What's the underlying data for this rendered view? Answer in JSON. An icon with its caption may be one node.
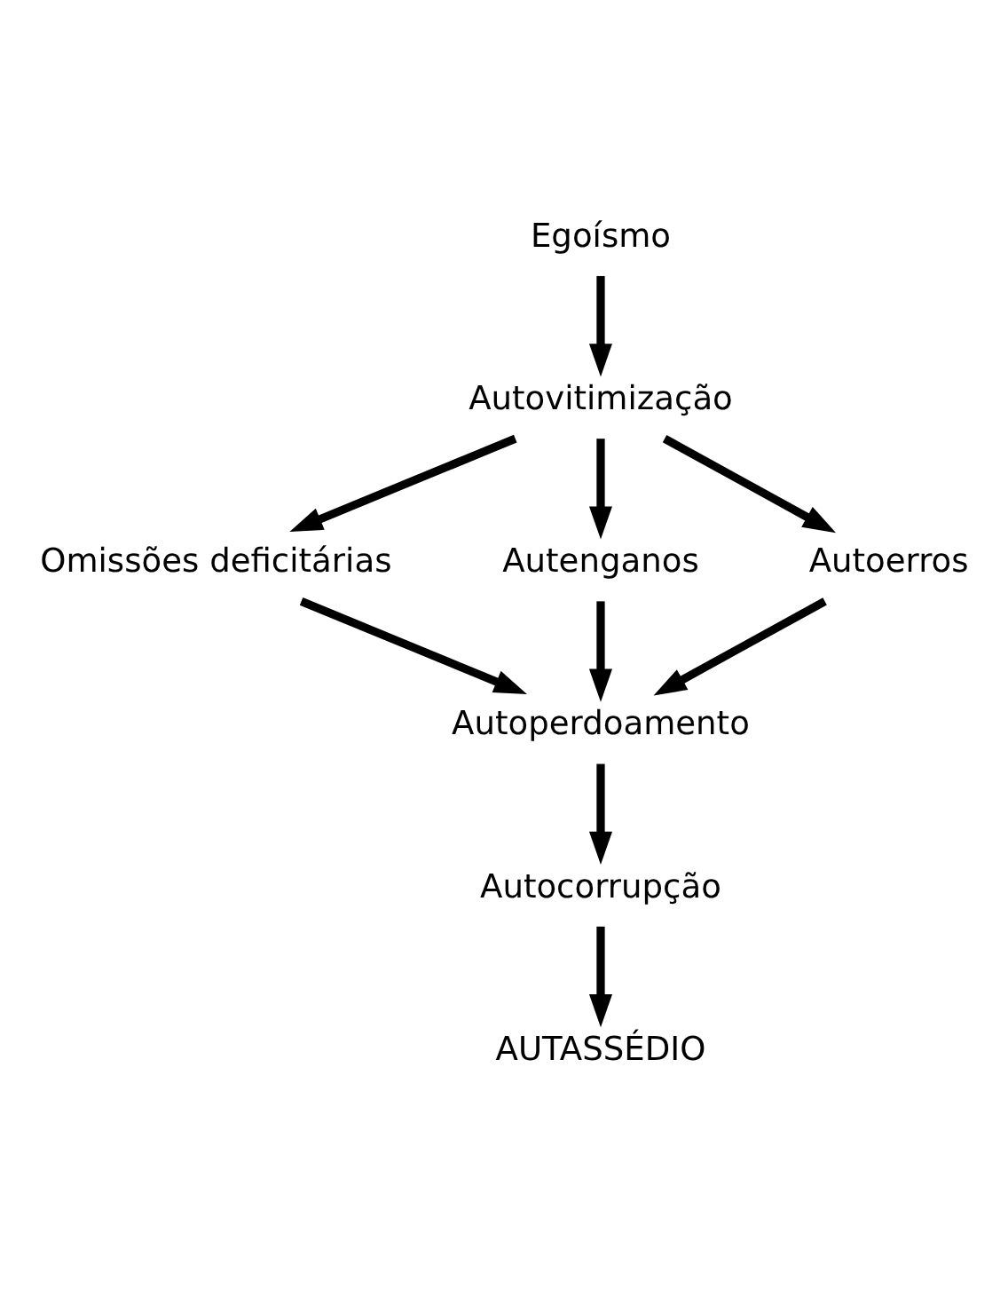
{
  "diagram": {
    "nodes": [
      {
        "text": [
          "Egoísmo"
        ]
      },
      {
        "text": [
          "Autovitimização"
        ]
      },
      {
        "text": [
          "Omissões deficitárias"
        ]
      },
      {
        "text": [
          "Autenganos"
        ]
      },
      {
        "text": [
          "Autoerros"
        ]
      },
      {
        "text": [
          "Autoperdoamento"
        ]
      },
      {
        "text": [
          "Autocorrupção"
        ]
      },
      {
        "text": [
          "AUTASSÉDIO"
        ]
      }
    ],
    "edges": [
      {
        "from": 0,
        "to": 1,
        "arrow": "to"
      },
      {
        "from": 1,
        "to": 2,
        "arrow": "to"
      },
      {
        "from": 1,
        "to": 3,
        "arrow": "to"
      },
      {
        "from": 1,
        "to": 4,
        "arrow": "to"
      },
      {
        "from": 2,
        "to": 5,
        "arrow": "to"
      },
      {
        "from": 3,
        "to": 5,
        "arrow": "to"
      },
      {
        "from": 4,
        "to": 5,
        "arrow": "to"
      },
      {
        "from": 5,
        "to": 6,
        "arrow": "to"
      },
      {
        "from": 6,
        "to": 7,
        "arrow": "to"
      }
    ]
  }
}
